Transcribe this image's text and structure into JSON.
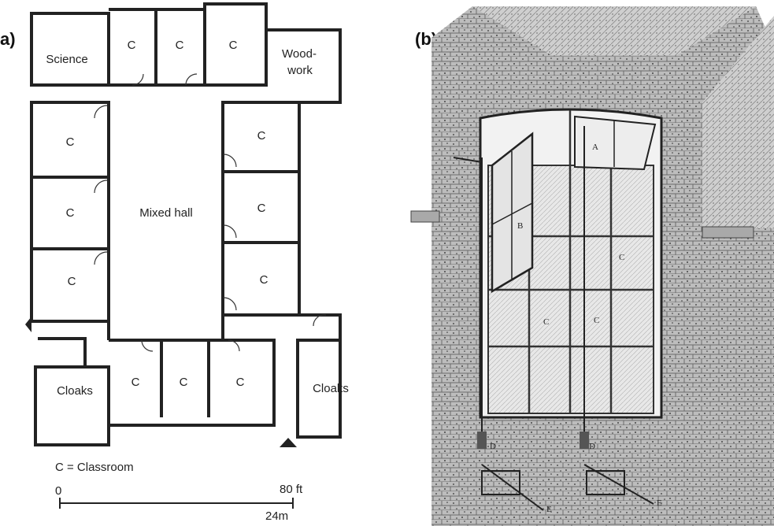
{
  "panel_a": {
    "label": "a)",
    "rooms": [
      {
        "id": "science",
        "text": "Science"
      },
      {
        "id": "top-c1",
        "text": "C"
      },
      {
        "id": "top-c2",
        "text": "C"
      },
      {
        "id": "top-c3",
        "text": "C"
      },
      {
        "id": "woodwork-1",
        "text": "Wood-"
      },
      {
        "id": "woodwork-2",
        "text": "work"
      },
      {
        "id": "left-c1",
        "text": "C"
      },
      {
        "id": "left-c2",
        "text": "C"
      },
      {
        "id": "left-c3",
        "text": "C"
      },
      {
        "id": "mixed-hall",
        "text": "Mixed hall"
      },
      {
        "id": "right-c1",
        "text": "C"
      },
      {
        "id": "right-c2",
        "text": "C"
      },
      {
        "id": "right-c3",
        "text": "C"
      },
      {
        "id": "cloaks-left",
        "text": "Cloaks"
      },
      {
        "id": "bottom-c1",
        "text": "C"
      },
      {
        "id": "bottom-c2",
        "text": "C"
      },
      {
        "id": "bottom-c3",
        "text": "C"
      },
      {
        "id": "cloaks-right",
        "text": "Cloaks"
      }
    ],
    "legend": "C = Classroom",
    "scale": {
      "start": "0",
      "end_ft": "80 ft",
      "end_m": "24m"
    }
  },
  "panel_b": {
    "label": "(b)",
    "callouts": [
      {
        "id": "A",
        "text": "A"
      },
      {
        "id": "B",
        "text": "B"
      },
      {
        "id": "C1",
        "text": "C"
      },
      {
        "id": "C2",
        "text": "C"
      },
      {
        "id": "C3",
        "text": "C"
      },
      {
        "id": "D1",
        "text": "D"
      },
      {
        "id": "D2",
        "text": "D"
      },
      {
        "id": "E1",
        "text": "E"
      },
      {
        "id": "E2",
        "text": "E"
      }
    ]
  }
}
